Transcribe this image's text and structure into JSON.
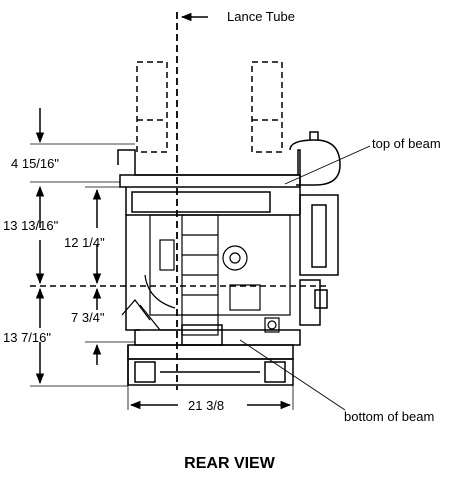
{
  "title": "REAR VIEW",
  "labels": {
    "lance_tube": "Lance Tube",
    "top_of_beam": "top of beam",
    "bottom_of_beam": "bottom of beam"
  },
  "dimensions": {
    "d1": "4 15/16\"",
    "d2": "13 13/16\"",
    "d3": "12 1/4\"",
    "d4": "7 3/4\"",
    "d5": "13 7/16\"",
    "width": "21 3/8"
  }
}
